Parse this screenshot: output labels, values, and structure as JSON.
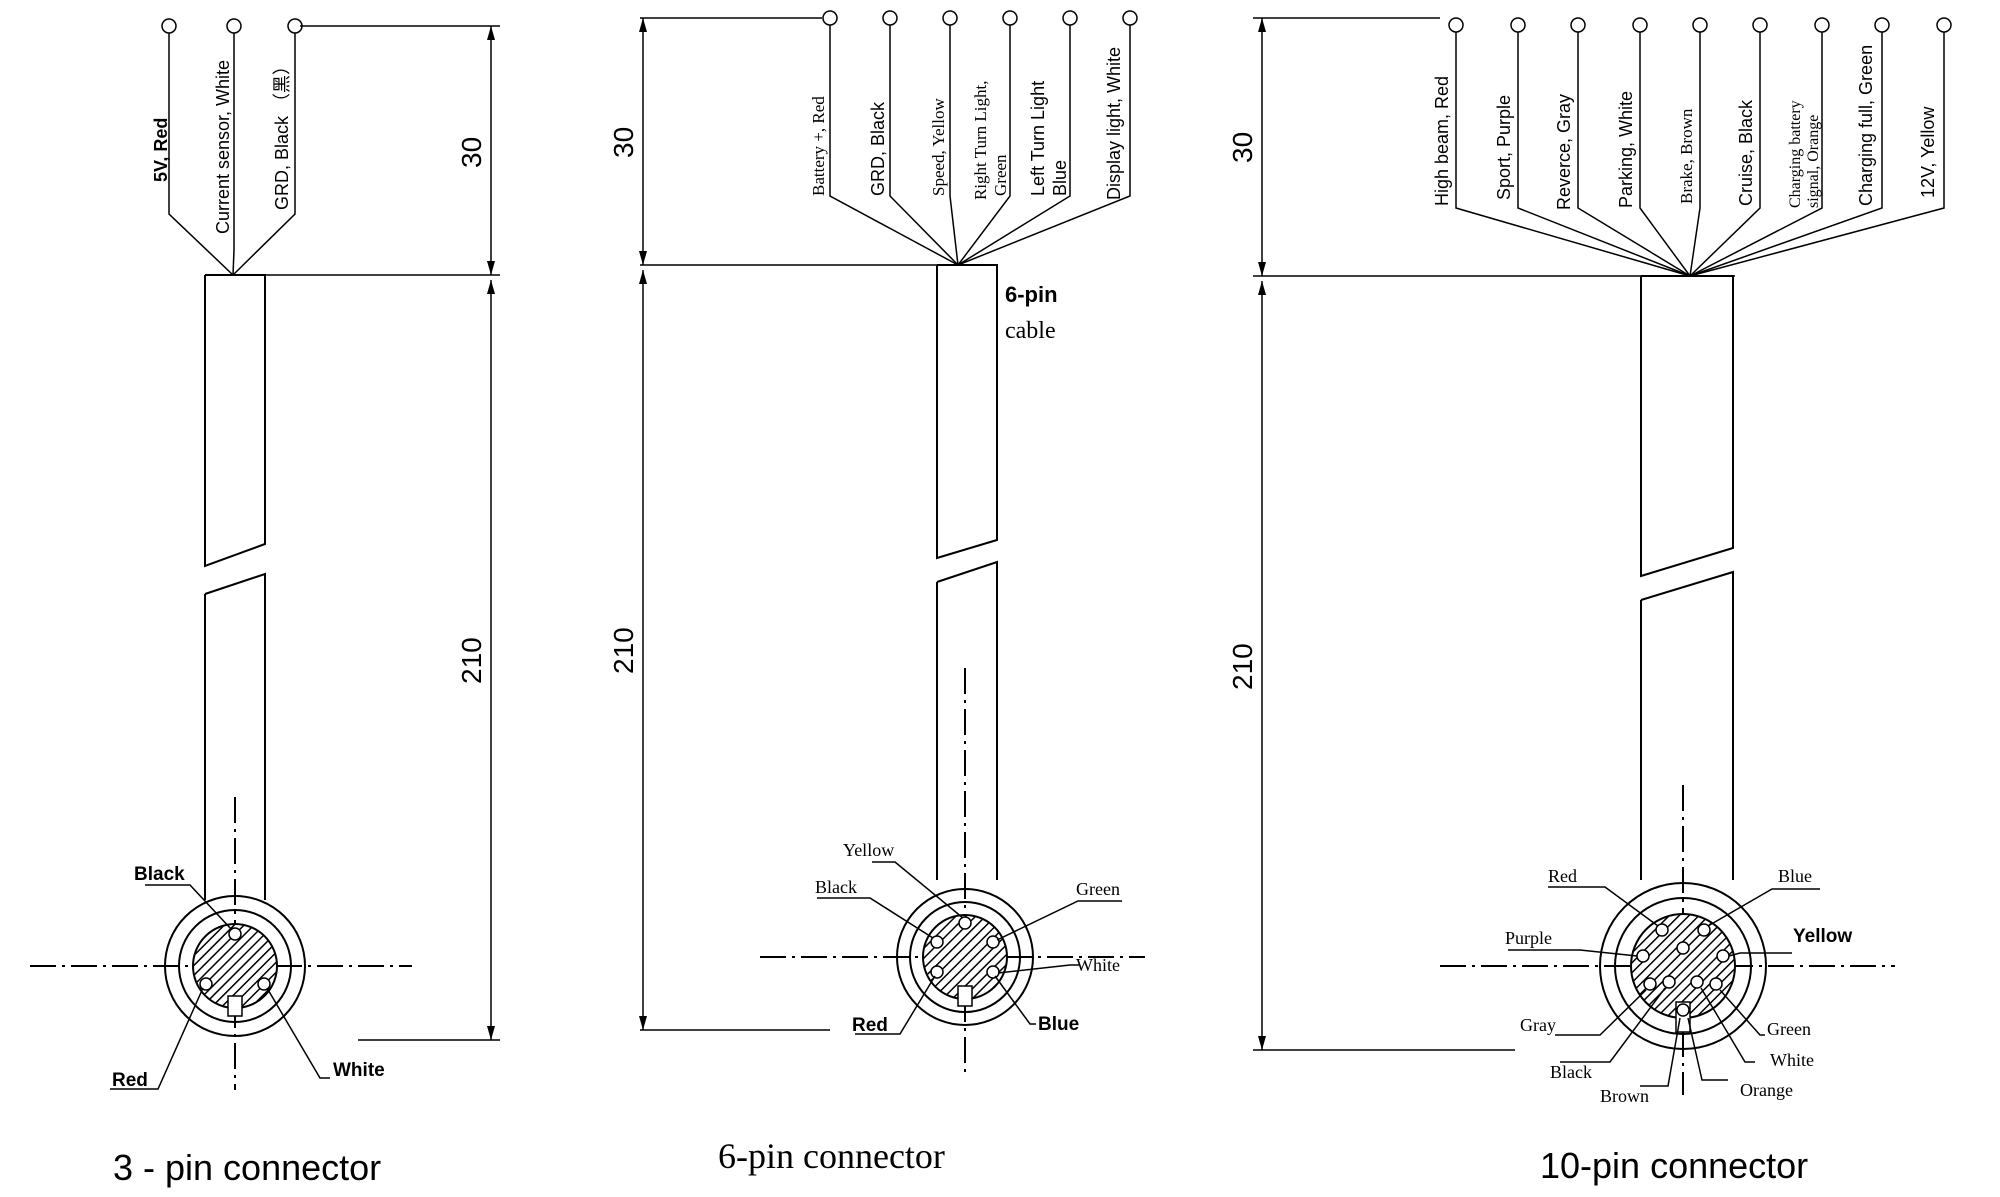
{
  "diagram": {
    "connector3": {
      "title": "3 - pin connector",
      "dim_top": "30",
      "dim_bottom": "210",
      "wires": [
        "5V, Red",
        "Current sensor, White",
        "GRD, Black （黑）"
      ],
      "pin_labels": {
        "black": "Black",
        "red": "Red",
        "white": "White"
      }
    },
    "connector6": {
      "title": "6-pin connector",
      "dim_top": "30",
      "dim_bottom": "210",
      "cable_label_1": "6-pin",
      "cable_label_2": "cable",
      "wires": [
        "Battery +, Red",
        "GRD, Black",
        "Speed, Yellow",
        "Right Turn Light, Green",
        "Left Turn Light Blue",
        "Display light, White"
      ],
      "pin_labels": {
        "yellow": "Yellow",
        "black": "Black",
        "green": "Green",
        "white": "White",
        "red": "Red",
        "blue": "Blue"
      }
    },
    "connector10": {
      "title": "10-pin connector",
      "dim_top": "30",
      "dim_bottom": "210",
      "wires": [
        "High beam, Red",
        "Sport, Purple",
        "Reverce, Gray",
        "Parking, White",
        "Brake, Brown",
        "Cruise, Black",
        "Charging battery signal, Orange",
        "Charging full, Green",
        "12V, Yellow"
      ],
      "pin_labels": {
        "red": "Red",
        "blue": "Blue",
        "purple": "Purple",
        "yellow": "Yellow",
        "gray": "Gray",
        "green": "Green",
        "black": "Black",
        "white": "White",
        "brown": "Brown",
        "orange": "Orange"
      }
    }
  }
}
